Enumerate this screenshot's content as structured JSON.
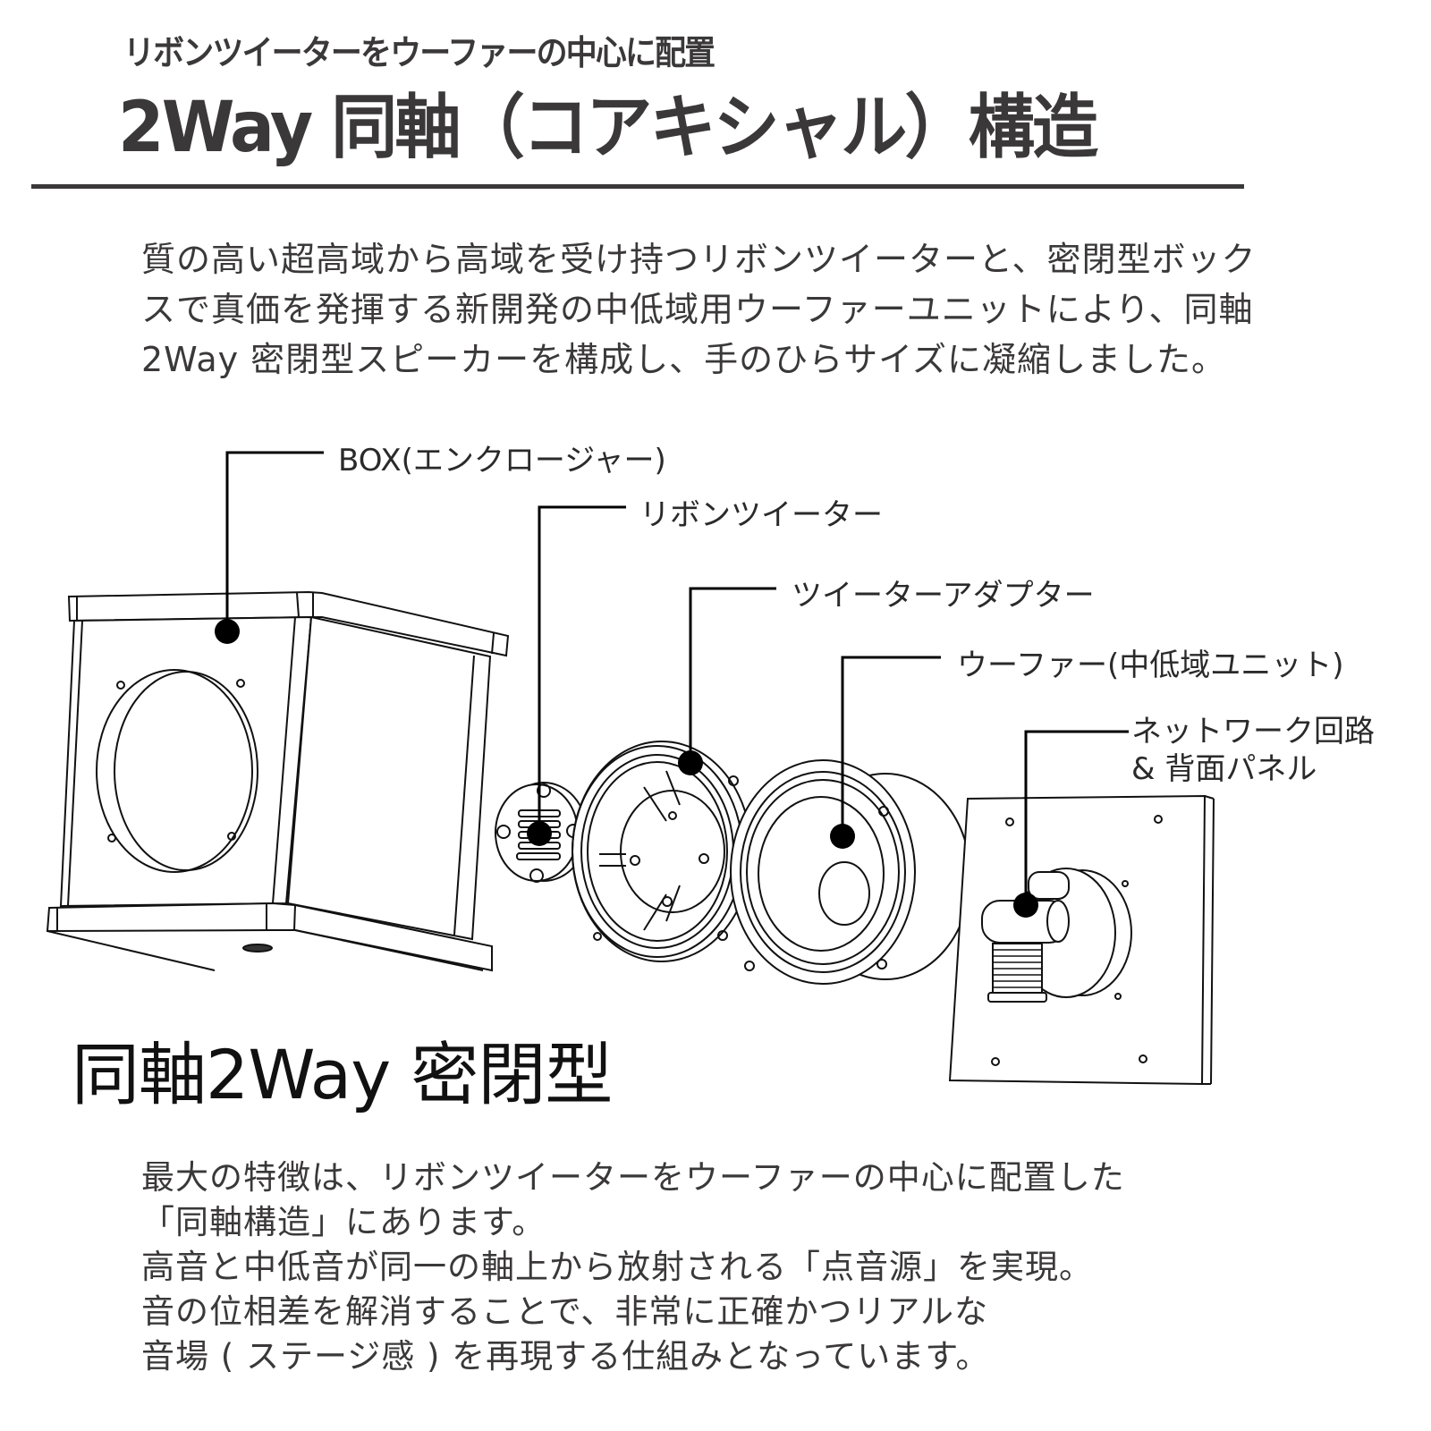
{
  "header": {
    "subtitle": "リボンツイーターをウーファーの中心に配置",
    "title": "2Way 同軸（コアキシャル）構造"
  },
  "intro": {
    "lines": [
      "質の高い超高域から高域を受け持つリボンツイーターと、密閉型ボック",
      "スで真価を発揮する新開発の中低域用ウーファーユニットにより、同軸",
      "2Way 密閉型スピーカーを構成し、手のひらサイズに凝縮しました。"
    ]
  },
  "diagram": {
    "labels": {
      "box": "BOX(エンクロージャー)",
      "ribbon_tweeter": "リボンツイーター",
      "tweeter_adapter": "ツイーターアダプター",
      "woofer": "ウーファー(中低域ユニット)",
      "network_line1": "ネットワーク回路",
      "network_line2": "& 背面パネル"
    },
    "line_color": "#000000",
    "caption": "同軸2Way 密閉型"
  },
  "body": {
    "lines": [
      "最大の特徴は、リボンツイーターをウーファーの中心に配置した",
      "「同軸構造」にあります。",
      "高音と中低音が同一の軸上から放射される「点音源」を実現。",
      "音の位相差を解消することで、非常に正確かつリアルな",
      "音場 ( ステージ感 ) を再現する仕組みとなっています。"
    ]
  }
}
